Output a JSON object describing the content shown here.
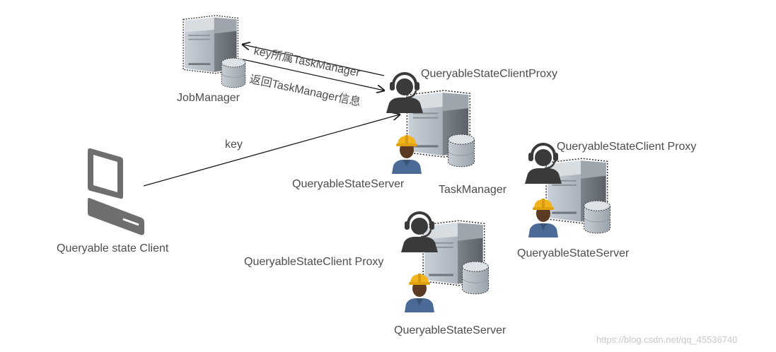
{
  "nodes": {
    "jobmanager": {
      "label": "JobManager"
    },
    "client": {
      "label": "Queryable state Client"
    },
    "tm1": {
      "proxy_label": "QueryableStateClientProxy",
      "server_label": "QueryableStateServer",
      "tm_label": "TaskManager"
    },
    "tm2": {
      "proxy_label": "QueryableStateClient Proxy",
      "server_label": "QueryableStateServer"
    },
    "tm3": {
      "proxy_label": "QueryableStateClient Proxy",
      "server_label": "QueryableStateServer"
    }
  },
  "edges": {
    "request": "key所属TaskManager",
    "response": "返回TaskManager信息",
    "client_key": "key"
  },
  "watermark": "https://blog.csdn.net/qq_45536740",
  "icons": [
    "server-icon",
    "database-icon",
    "headset-agent-icon",
    "worker-icon",
    "monitor-icon"
  ]
}
